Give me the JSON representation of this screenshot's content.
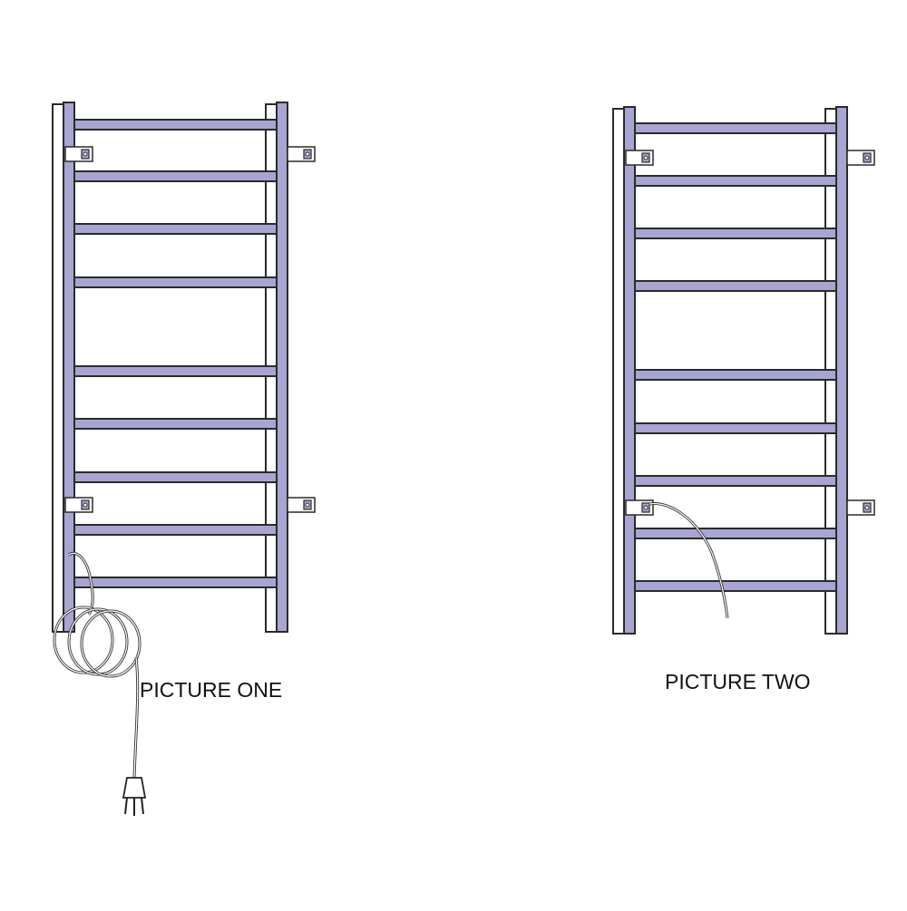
{
  "captions": {
    "picture_one": "PICTURE ONE",
    "picture_two": "PICTURE TWO"
  },
  "colors": {
    "rail_fill": "#a9a5d1",
    "rail_stroke": "#2a2a2a",
    "frame_fill": "#ffffff",
    "background": "#ffffff"
  },
  "figures": [
    {
      "name": "picture-one",
      "rungs": 9,
      "brackets": 4,
      "cable": "coiled-with-plug"
    },
    {
      "name": "picture-two",
      "rungs": 9,
      "brackets": 4,
      "cable": "short-lead"
    }
  ]
}
